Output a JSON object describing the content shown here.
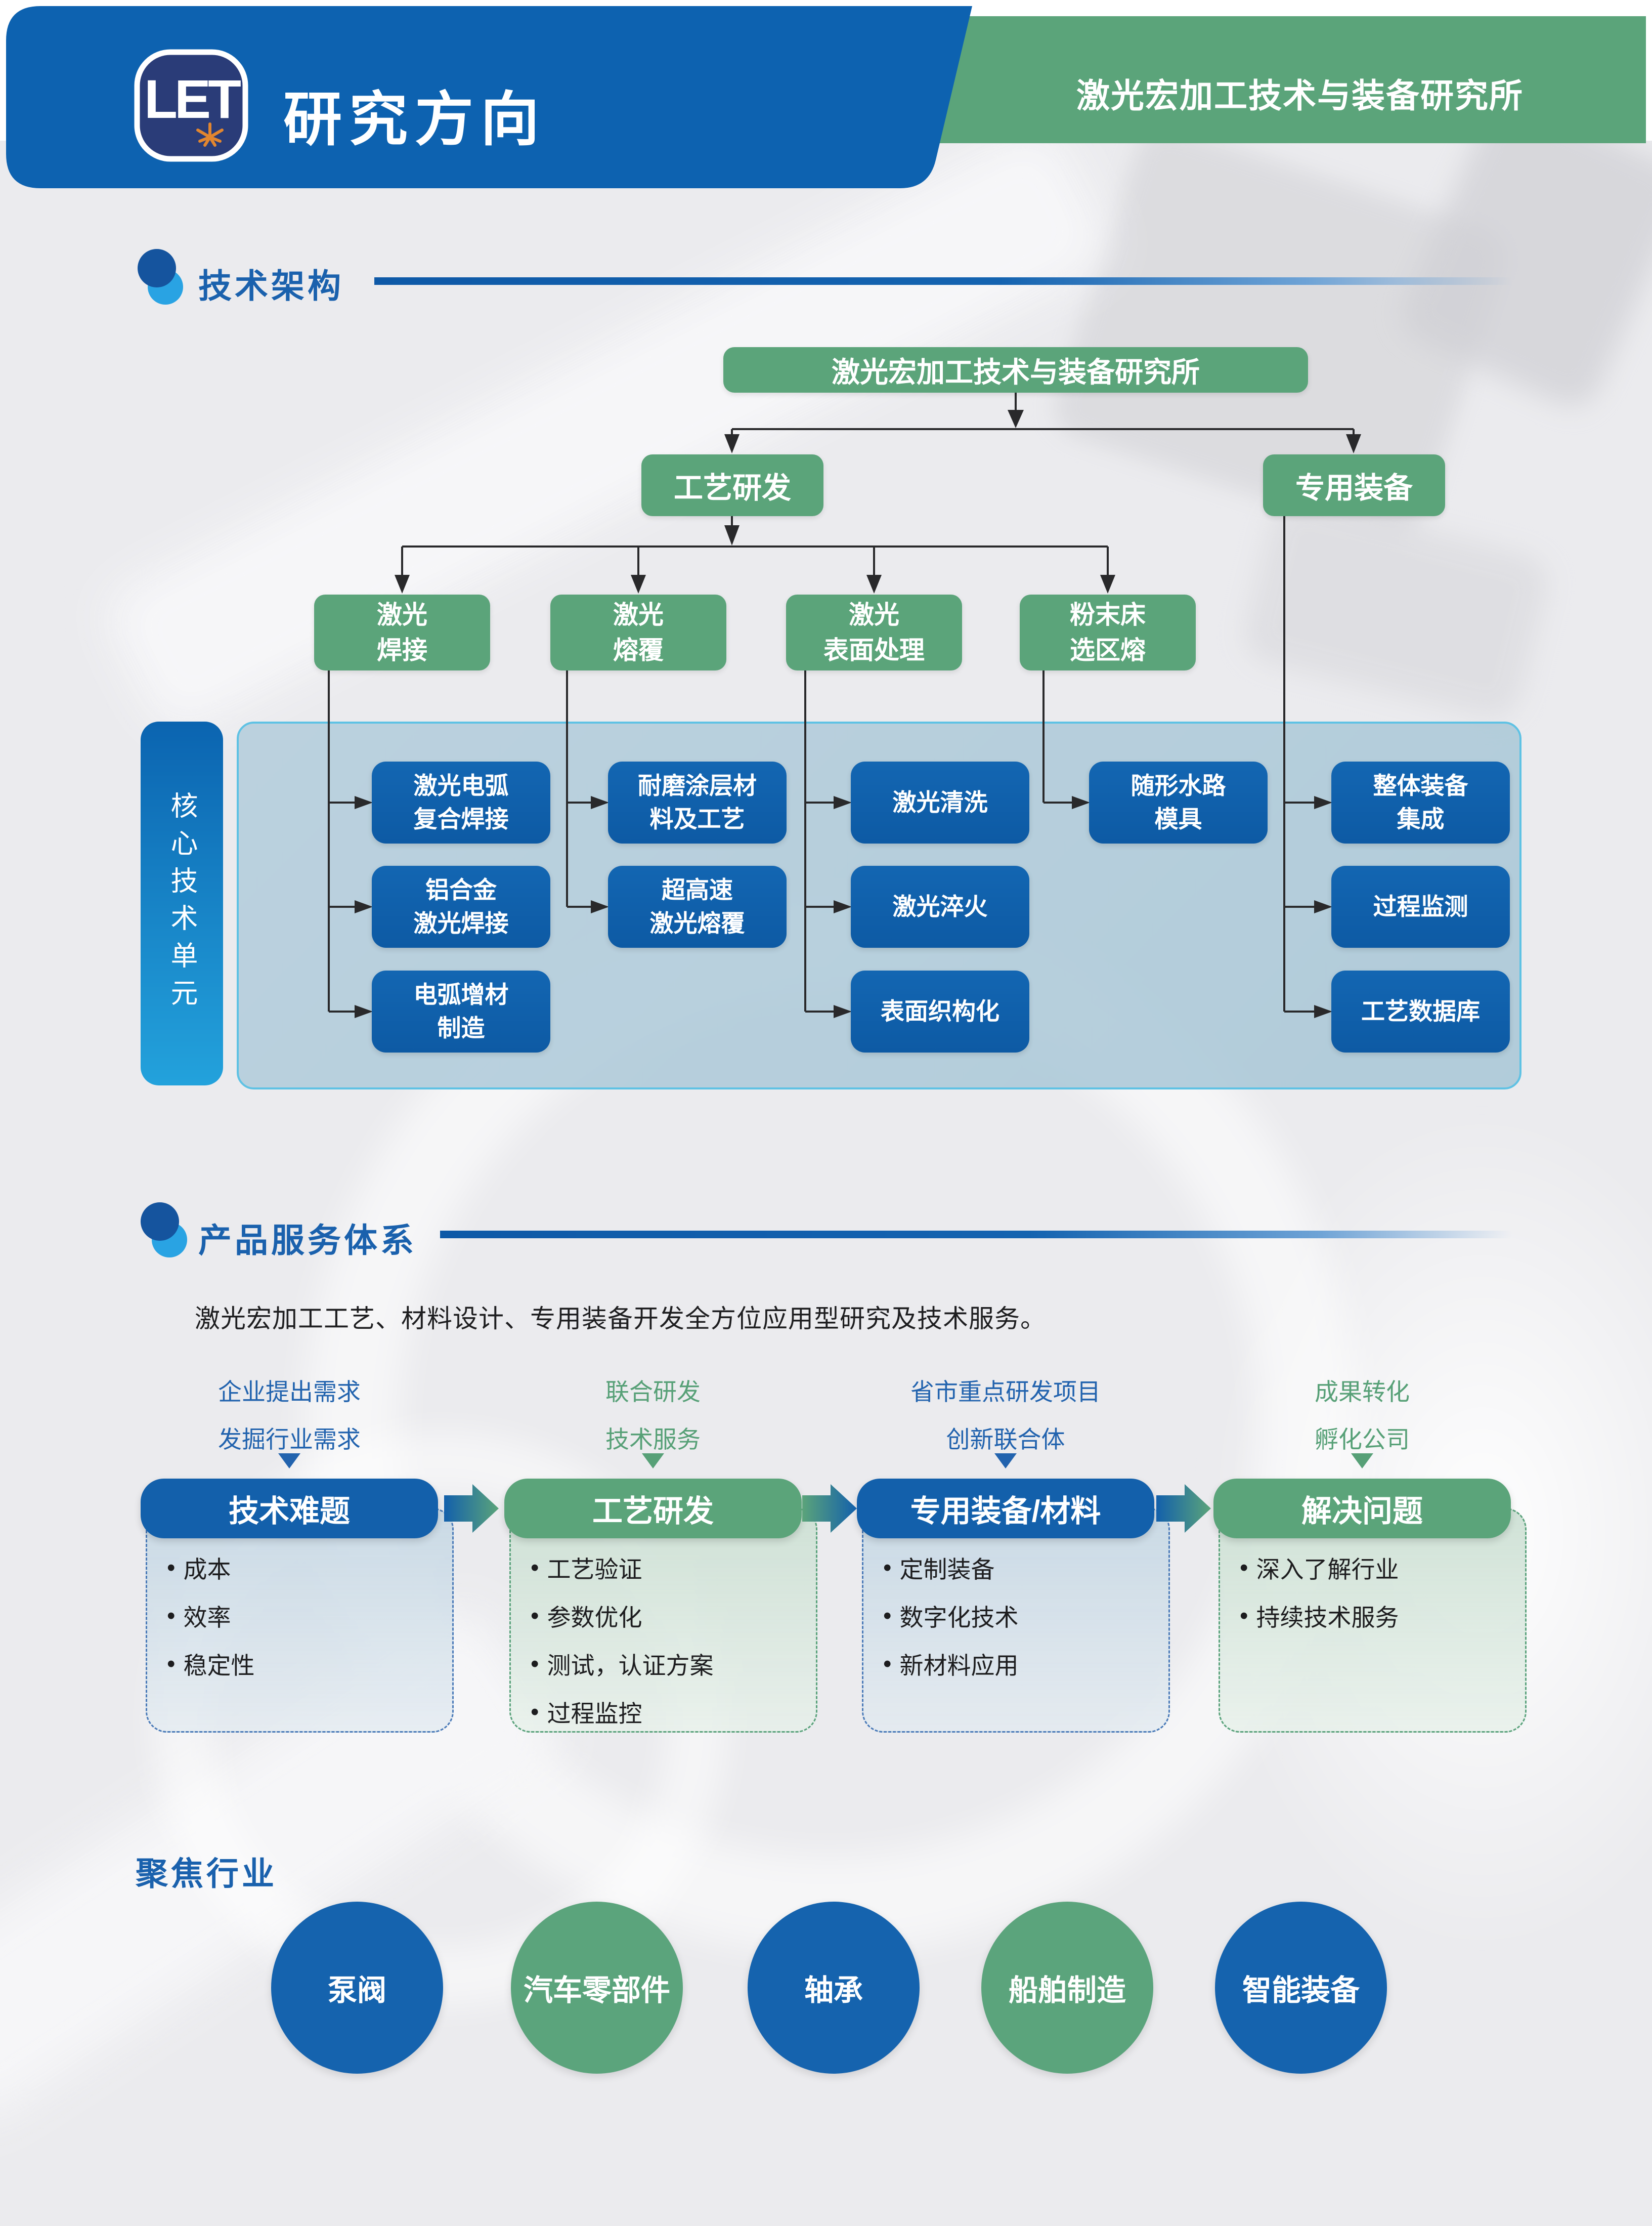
{
  "header": {
    "logo": "LET",
    "title": "研究方向",
    "institute": "激光宏加工技术与装备研究所"
  },
  "arch": {
    "section_title": "技术架构",
    "root": "激光宏加工技术与装备研究所",
    "l2": [
      "工艺研发",
      "专用装备"
    ],
    "l3": [
      "激光\n焊接",
      "激光\n熔覆",
      "激光\n表面处理",
      "粉末床\n选区熔"
    ],
    "core_label": "核心技术单元",
    "units": {
      "c1": [
        "激光电弧\n复合焊接",
        "铝合金\n激光焊接",
        "电弧增材\n制造"
      ],
      "c2": [
        "耐磨涂层材\n料及工艺",
        "超高速\n激光熔覆"
      ],
      "c3": [
        "激光清洗",
        "激光淬火",
        "表面织构化"
      ],
      "c4": [
        "随形水路\n模具"
      ],
      "c5": [
        "整体装备\n集成",
        "过程监测",
        "工艺数据库"
      ]
    }
  },
  "services": {
    "section_title": "产品服务体系",
    "description": "激光宏加工工艺、材料设计、专用装备开发全方位应用型研究及技术服务。",
    "columns": [
      {
        "labels": [
          "企业提出需求",
          "发掘行业需求"
        ],
        "pill": "技术难题",
        "items": [
          "成本",
          "效率",
          "稳定性"
        ]
      },
      {
        "labels": [
          "联合研发",
          "技术服务"
        ],
        "pill": "工艺研发",
        "items": [
          "工艺验证",
          "参数优化",
          "测试，认证方案",
          "过程监控"
        ]
      },
      {
        "labels": [
          "省市重点研发项目",
          "创新联合体"
        ],
        "pill": "专用装备/材料",
        "items": [
          "定制装备",
          "数字化技术",
          "新材料应用"
        ]
      },
      {
        "labels": [
          "成果转化",
          "孵化公司"
        ],
        "pill": "解决问题",
        "items": [
          "深入了解行业",
          "持续技术服务"
        ]
      }
    ]
  },
  "industries": {
    "section_title": "聚焦行业",
    "items": [
      "泵阀",
      "汽车零部件",
      "轴承",
      "船舶制造",
      "智能装备"
    ]
  },
  "colors": {
    "header_blue": "#0d62b0",
    "green": "#5ba47a",
    "unit_blue": "#0f5fa9",
    "accent_light_blue": "#29a3e3",
    "connector": "#29292b",
    "laser_orange": "#e2862f"
  }
}
